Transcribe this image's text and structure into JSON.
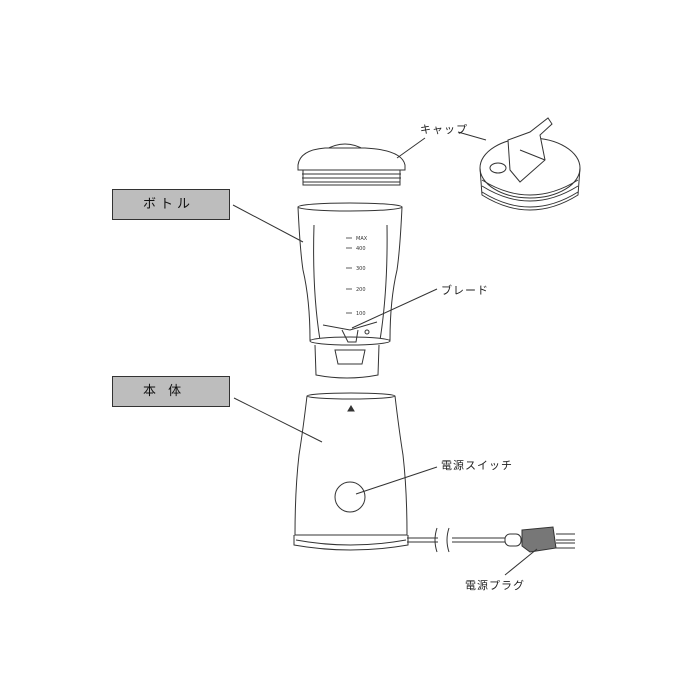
{
  "labels": {
    "bottle": "ボトル",
    "body": "本 体",
    "cap": "キャップ",
    "blade": "ブレード",
    "power_switch": "電源スイッチ",
    "power_plug": "電源プラグ"
  },
  "scale": [
    "MAX",
    "400",
    "300",
    "200",
    "100"
  ]
}
